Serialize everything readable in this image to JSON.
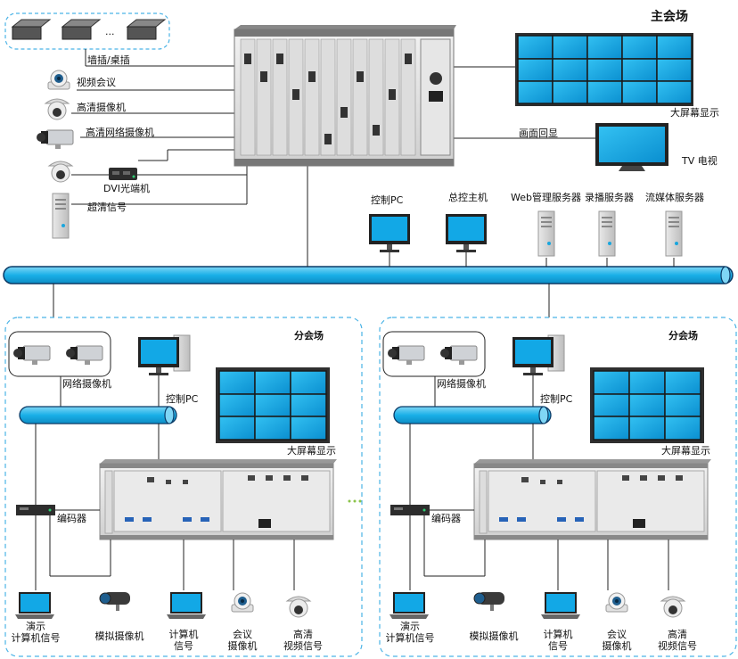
{
  "main_venue": {
    "title": "主会场",
    "video_wall_label": "大屏幕显示",
    "tv_label": "TV 电视",
    "loopback_label": "画面回显",
    "ellipsis": "...",
    "sources": [
      {
        "label": "墙插/桌插",
        "icon": "wall-socket-icon"
      },
      {
        "label": "视频会议",
        "icon": "conference-camera-icon"
      },
      {
        "label": "高清摄像机",
        "icon": "dome-camera-icon"
      },
      {
        "label": "高清网络摄像机",
        "icon": "box-camera-icon"
      },
      {
        "label": "DVI光端机",
        "icon": "fiber-transceiver-icon"
      },
      {
        "label": "超清信号",
        "icon": "server-icon"
      }
    ],
    "devices": [
      {
        "label": "控制PC",
        "icon": "monitor-icon"
      },
      {
        "label": "总控主机",
        "icon": "monitor-icon"
      },
      {
        "label": "Web管理服务器",
        "icon": "server-icon"
      },
      {
        "label": "录播服务器",
        "icon": "server-icon"
      },
      {
        "label": "流媒体服务器",
        "icon": "server-icon"
      }
    ]
  },
  "branch_venues": [
    {
      "title": "分会场",
      "network_camera_label": "网络摄像机",
      "control_pc_label": "控制PC",
      "video_wall_label": "大屏幕显示",
      "encoder_label": "编码器",
      "inputs": [
        {
          "label": "演示\n计算机信号",
          "icon": "laptop-icon"
        },
        {
          "label": "模拟摄像机",
          "icon": "bullet-camera-icon"
        },
        {
          "label": "计算机\n信号",
          "icon": "laptop-icon"
        },
        {
          "label": "会议\n摄像机",
          "icon": "conference-camera-icon"
        },
        {
          "label": "高清\n视频信号",
          "icon": "dome-camera-icon"
        }
      ]
    },
    {
      "title": "分会场",
      "network_camera_label": "网络摄像机",
      "control_pc_label": "控制PC",
      "video_wall_label": "大屏幕显示",
      "encoder_label": "编码器",
      "inputs": [
        {
          "label": "演示\n计算机信号",
          "icon": "laptop-icon"
        },
        {
          "label": "模拟摄像机",
          "icon": "bullet-camera-icon"
        },
        {
          "label": "计算机\n信号",
          "icon": "laptop-icon"
        },
        {
          "label": "会议\n摄像机",
          "icon": "conference-camera-icon"
        },
        {
          "label": "高清\n视频信号",
          "icon": "dome-camera-icon"
        }
      ]
    }
  ],
  "between_branches": "· · ·",
  "colors": {
    "pipe": "#1ab0e8",
    "pipe_edge": "#0a3a66",
    "screen": "#0aa3e0",
    "frame": "#3a3a3a",
    "dash": "#4ab3e6"
  }
}
